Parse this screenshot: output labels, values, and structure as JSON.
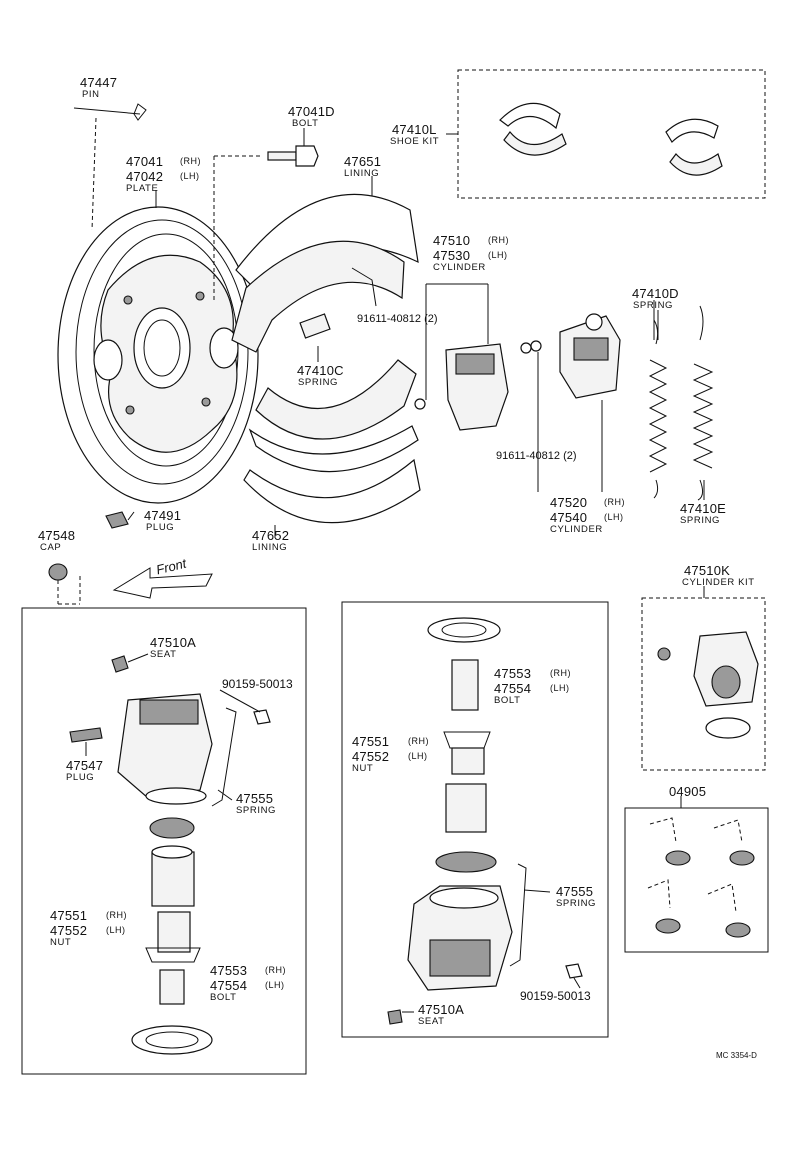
{
  "labels": {
    "pin_no": "47447",
    "pin_name": "PIN",
    "bolt_top_no": "47041D",
    "bolt_top_name": "BOLT",
    "shoe_kit_no": "47410L",
    "shoe_kit_name": "SHOE KIT",
    "plate_rh_no": "47041",
    "plate_lh_no": "47042",
    "plate_name": "PLATE",
    "lining_top_no": "47651",
    "lining_top_name": "LINING",
    "cyl_rh_no": "47510",
    "cyl_lh_no": "47530",
    "cyl_name": "CYLINDER",
    "bolt_ref1": "91611-40812 (2)",
    "spring_d_no": "47410D",
    "spring_d_name": "SPRING",
    "spring_c_no": "47410C",
    "spring_c_name": "SPRING",
    "bolt_ref2": "91611-40812 (2)",
    "cyl2_rh_no": "47520",
    "cyl2_lh_no": "47540",
    "cyl2_name": "CYLINDER",
    "spring_e_no": "47410E",
    "spring_e_name": "SPRING",
    "plug_top_no": "47491",
    "plug_top_name": "PLUG",
    "lining_bot_no": "47652",
    "lining_bot_name": "LINING",
    "cap_no": "47548",
    "cap_name": "CAP",
    "front": "Front",
    "cyl_kit_no": "47510K",
    "cyl_kit_name": "CYLINDER KIT",
    "kit_04905": "04905",
    "l_seat_no": "47510A",
    "l_seat_name": "SEAT",
    "l_ref_no": "90159-50013",
    "l_plug_no": "47547",
    "l_plug_name": "PLUG",
    "l_spring_no": "47555",
    "l_spring_name": "SPRING",
    "l_nut_rh_no": "47551",
    "l_nut_lh_no": "47552",
    "l_nut_name": "NUT",
    "l_bolt_rh_no": "47553",
    "l_bolt_lh_no": "47554",
    "l_bolt_name": "BOLT",
    "m_bolt_rh_no": "47553",
    "m_bolt_lh_no": "47554",
    "m_bolt_name": "BOLT",
    "m_nut_rh_no": "47551",
    "m_nut_lh_no": "47552",
    "m_nut_name": "NUT",
    "m_spring_no": "47555",
    "m_spring_name": "SPRING",
    "m_ref_no": "90159-50013",
    "m_seat_no": "47510A",
    "m_seat_name": "SEAT",
    "rh": "(RH)",
    "lh": "(LH)",
    "drawing_code": "MC 3354-D"
  }
}
